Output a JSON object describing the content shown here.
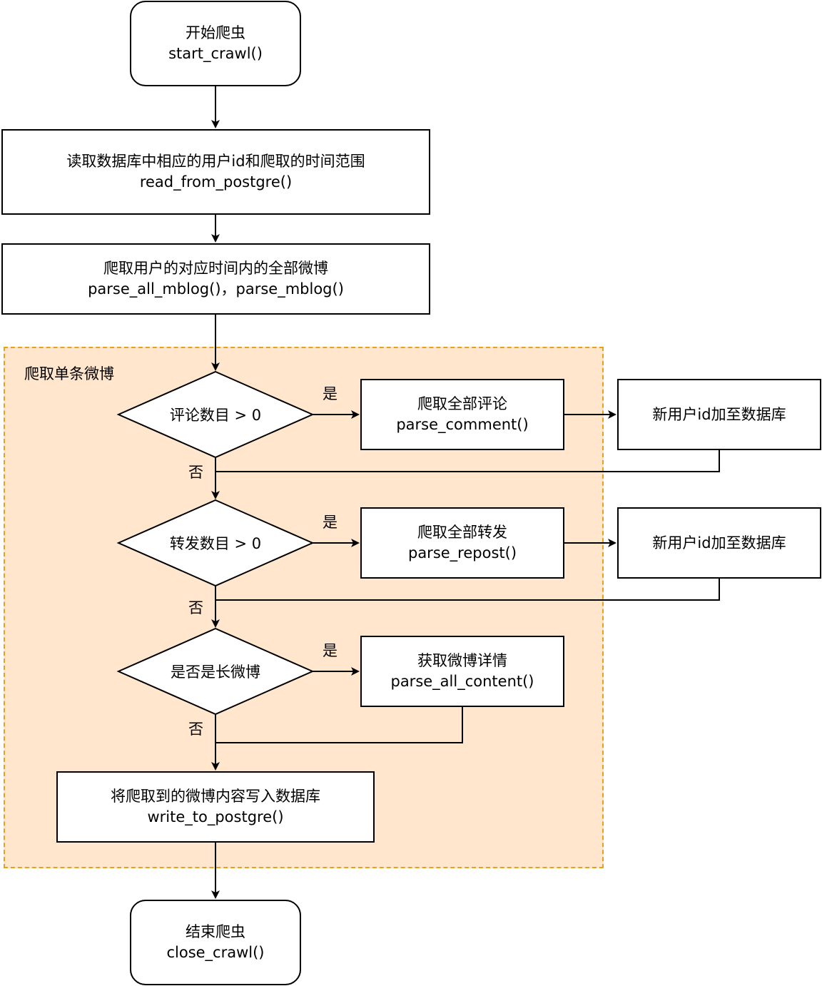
{
  "nodes": {
    "start": {
      "line1": "开始爬虫",
      "line2": "start_crawl()"
    },
    "read": {
      "line1": "读取数据库中相应的用户id和爬取的时间范围",
      "line2": "read_from_postgre()"
    },
    "parse_all": {
      "line1": "爬取用户的对应时间内的全部微博",
      "line2": "parse_all_mblog()，parse_mblog()"
    },
    "decision_comment": {
      "text": "评论数目 > 0"
    },
    "parse_comment": {
      "line1": "爬取全部评论",
      "line2": "parse_comment()"
    },
    "new_user_1": {
      "text": "新用户id加至数据库"
    },
    "decision_repost": {
      "text": "转发数目 > 0"
    },
    "parse_repost": {
      "line1": "爬取全部转发",
      "line2": "parse_repost()"
    },
    "new_user_2": {
      "text": "新用户id加至数据库"
    },
    "decision_long": {
      "text": "是否是长微博"
    },
    "parse_content": {
      "line1": "获取微博详情",
      "line2": "parse_all_content()"
    },
    "write": {
      "line1": "将爬取到的微博内容写入数据库",
      "line2": "write_to_postgre()"
    },
    "end": {
      "line1": "结束爬虫",
      "line2": "close_crawl()"
    }
  },
  "group": {
    "title": "爬取单条微博"
  },
  "edge_labels": {
    "yes": "是",
    "no": "否"
  },
  "colors": {
    "group_fill": "#ffe6cc",
    "group_border": "#e8a21a",
    "stroke": "#000000"
  }
}
